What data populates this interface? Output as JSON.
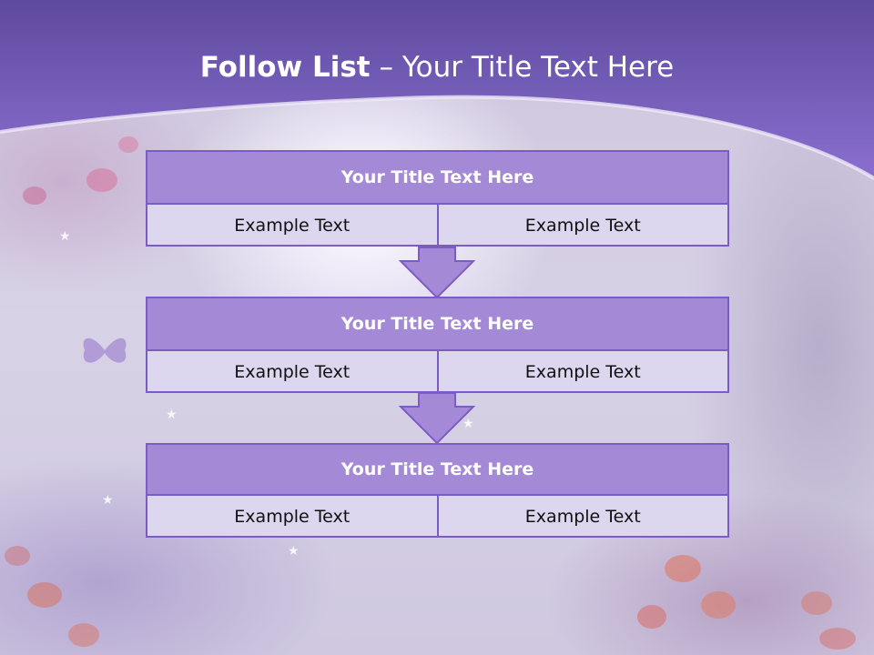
{
  "title": {
    "bold_part": "Follow List",
    "separator": " – ",
    "rest": "Your Title Text Here"
  },
  "steps": [
    {
      "heading": "Your Title Text Here",
      "left": "Example Text",
      "right": "Example Text"
    },
    {
      "heading": "Your Title Text Here",
      "left": "Example Text",
      "right": "Example Text"
    },
    {
      "heading": "Your Title Text Here",
      "left": "Example Text",
      "right": "Example Text"
    }
  ],
  "colors": {
    "band_dark": "#5e4a9e",
    "band_light": "#8a6fd0",
    "header_fill": "#a48ad6",
    "cell_fill": "#dcd6ee",
    "border": "#7a5cc4"
  }
}
